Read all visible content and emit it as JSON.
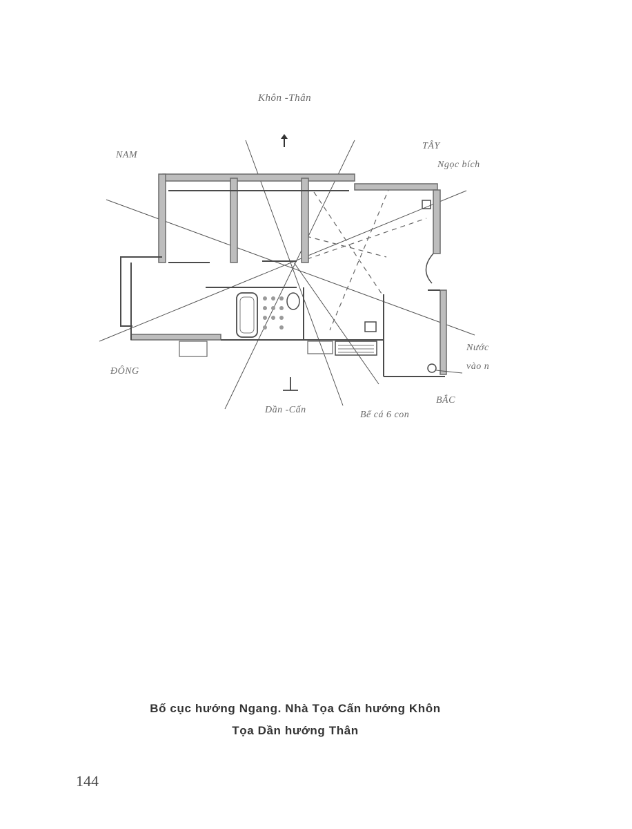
{
  "diagram": {
    "directions": {
      "north_up": "Khôn -Thân",
      "nam": "NAM",
      "tay": "TÂY",
      "dong": "ĐÔNG",
      "bac": "BẮC",
      "down": "Dần -Cấn"
    },
    "annotations": {
      "ngoc_bich": "Ngọc bích",
      "nuoc_line1": "Nước",
      "nuoc_line2": "vào n",
      "be_ca": "Bể cá 6 con"
    },
    "symbols": {
      "up_arrow": "arrow-up-icon",
      "down_tack": "perpendicular-icon"
    }
  },
  "caption": {
    "line1": "Bố cục hướng Ngang. Nhà Tọa Cấn hướng Khôn",
    "line2": "Tọa Dần hướng Thân"
  },
  "page_number": "144"
}
